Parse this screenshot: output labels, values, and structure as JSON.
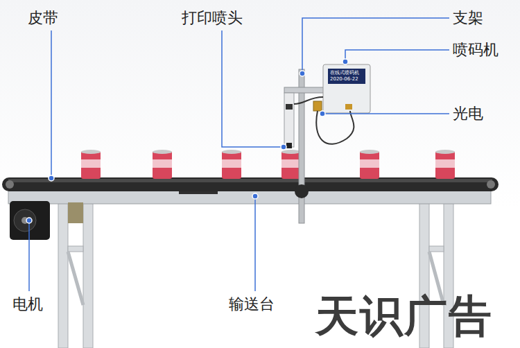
{
  "diagram": {
    "nodes": [
      {
        "text": [
          "在线式喷码机",
          "2020-06-22"
        ]
      }
    ],
    "labels": [
      "皮带",
      "打印喷头",
      "支架",
      "喷码机",
      "光电",
      "电机",
      "输送台",
      "天识广告"
    ]
  }
}
